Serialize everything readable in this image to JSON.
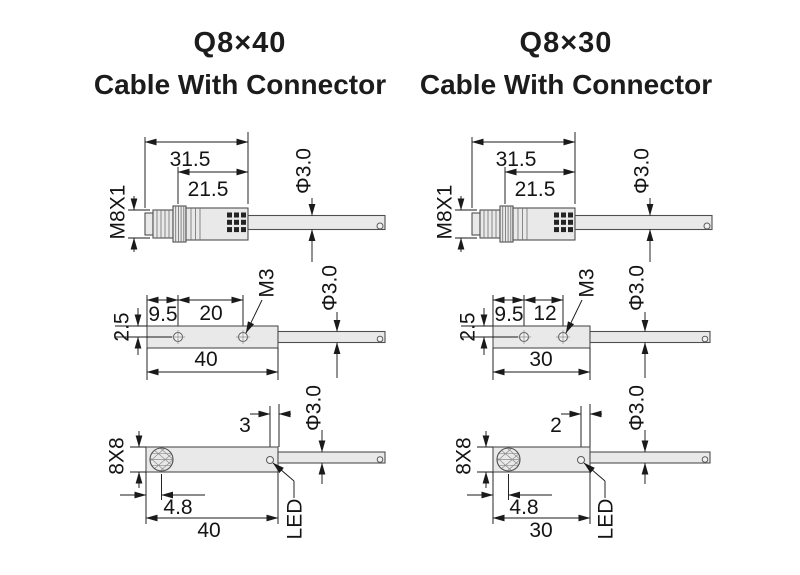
{
  "colors": {
    "background": "#ffffff",
    "body_fill": "#e9e9e9",
    "body_stroke": "#4f4f4f",
    "dimension_line": "#1a1a1a",
    "text": "#141414"
  },
  "products": [
    {
      "model": "Q8×40",
      "subtitle": "Cable With Connector",
      "connector_view": {
        "overall_length": "31.5",
        "connector_length": "21.5",
        "thread_spec": "M8X1",
        "cable_diameter": "Φ3.0"
      },
      "top_view": {
        "edge_to_first_hole": "9.5",
        "hole_spacing": "20",
        "top_to_hole": "2.5",
        "body_length": "40",
        "mounting_thread": "M3",
        "cable_diameter": "Φ3.0"
      },
      "front_view": {
        "led_to_edge": "3",
        "face_center_offset": "4.8",
        "body_length": "40",
        "cross_section": "8X8",
        "led_label": "LED",
        "cable_diameter": "Φ3.0"
      }
    },
    {
      "model": "Q8×30",
      "subtitle": "Cable With Connector",
      "connector_view": {
        "overall_length": "31.5",
        "connector_length": "21.5",
        "thread_spec": "M8X1",
        "cable_diameter": "Φ3.0"
      },
      "top_view": {
        "edge_to_first_hole": "9.5",
        "hole_spacing": "12",
        "top_to_hole": "2.5",
        "body_length": "30",
        "mounting_thread": "M3",
        "cable_diameter": "Φ3.0"
      },
      "front_view": {
        "led_to_edge": "2",
        "face_center_offset": "4.8",
        "body_length": "30",
        "cross_section": "8X8",
        "led_label": "LED",
        "cable_diameter": "Φ3.0"
      }
    }
  ]
}
